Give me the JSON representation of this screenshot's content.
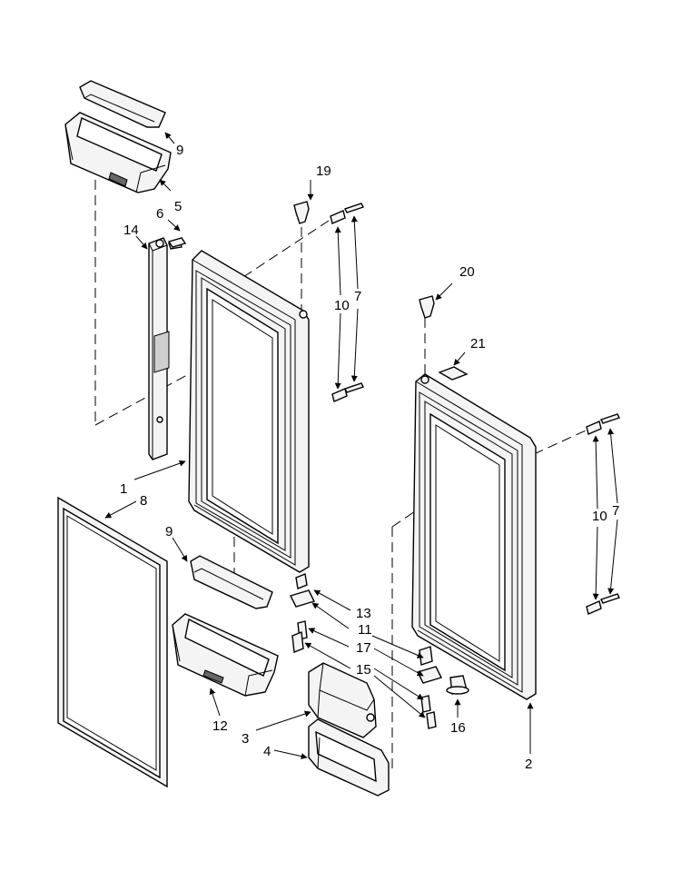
{
  "diagram": {
    "title": "",
    "callouts": [
      "1",
      "2",
      "3",
      "4",
      "5",
      "6",
      "7",
      "7",
      "8",
      "9",
      "9",
      "10",
      "10",
      "11",
      "12",
      "13",
      "14",
      "15",
      "16",
      "17",
      "19",
      "20",
      "21"
    ]
  }
}
